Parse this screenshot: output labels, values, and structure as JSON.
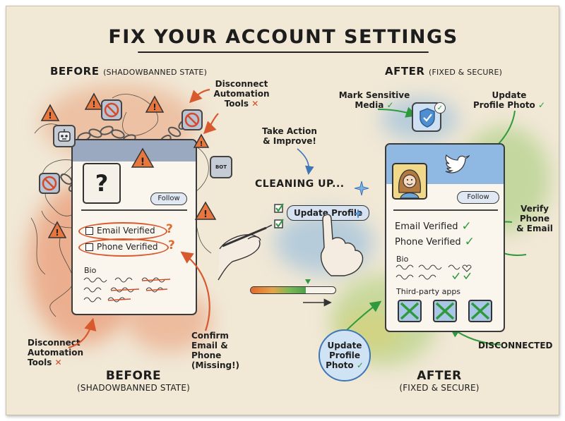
{
  "title": "FIX YOUR ACCOUNT SETTINGS",
  "before_top": {
    "label": "BEFORE",
    "sub": "(SHADOWBANNED STATE)"
  },
  "after_top": {
    "label": "AFTER",
    "sub": "(FIXED & SECURE)"
  },
  "before_bottom": {
    "label": "BEFORE",
    "sub": "(SHADOWBANNED STATE)"
  },
  "after_bottom": {
    "label": "AFTER",
    "sub": "(FIXED & SECURE)"
  },
  "before_card": {
    "follow": "Follow",
    "email": "Email Verified",
    "phone": "Phone Verified",
    "bio": "Bio",
    "question": "?"
  },
  "before_callouts": {
    "disconnect_top_1": "Disconnect",
    "disconnect_top_2": "Automation",
    "disconnect_top_3": "Tools",
    "disconnect_bottom_1": "Disconnect",
    "disconnect_bottom_2": "Automation",
    "disconnect_bottom_3": "Tools",
    "confirm_1": "Confirm",
    "confirm_2": "Email & Phone",
    "confirm_3": "(Missing!)",
    "bot": "BOT"
  },
  "middle": {
    "take_action_1": "Take Action",
    "take_action_2": "& Improve!",
    "cleaning": "CLEANING UP...",
    "update_profile": "Update Profile"
  },
  "after_card": {
    "follow": "Follow",
    "email": "Email Verified",
    "phone": "Phone Verified",
    "bio": "Bio",
    "third_party": "Third-party apps"
  },
  "after_callouts": {
    "mark_1": "Mark Sensitive",
    "mark_2": "Media",
    "update_photo_1": "Update",
    "update_photo_2": "Profile Photo",
    "verify_1": "Verify",
    "verify_2": "Phone",
    "verify_3": "& Email",
    "disconnected": "DISCONNECTED",
    "badge_1": "Update",
    "badge_2": "Profile",
    "badge_3": "Photo"
  },
  "colors": {
    "paper": "#f1e8d6",
    "warning_orange": "#e56a3a",
    "check_green": "#2f9a3d",
    "twitter_blue": "#5b9bd5"
  }
}
